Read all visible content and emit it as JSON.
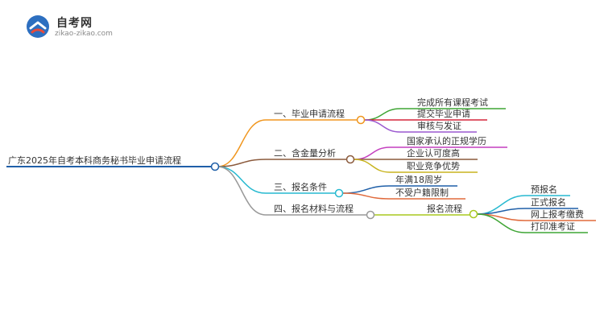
{
  "brand": {
    "title": "自考网",
    "url": "zikao-zikao.com"
  },
  "mindmap": {
    "root": "广东2025年自考本科商务秘书毕业申请流程",
    "branches": [
      {
        "label": "一、毕业申请流程",
        "color": "#f0961e",
        "children": [
          {
            "label": "完成所有课程考试",
            "color": "#3fa535"
          },
          {
            "label": "提交毕业申请",
            "color": "#d6263b"
          },
          {
            "label": "审核与发证",
            "color": "#9b59d0"
          }
        ]
      },
      {
        "label": "二、含金量分析",
        "color": "#8b5a3c",
        "children": [
          {
            "label": "国家承认的正规学历",
            "color": "#c43fbf"
          },
          {
            "label": "企业认可度高",
            "color": "#8b5a3c"
          },
          {
            "label": "职业竞争优势",
            "color": "#c8b41e"
          }
        ]
      },
      {
        "label": "三、报名条件",
        "color": "#27b9d0",
        "children": [
          {
            "label": "年满18周岁",
            "color": "#1f5fa8"
          },
          {
            "label": "不受户籍限制",
            "color": "#e06a3c"
          }
        ]
      },
      {
        "label": "四、报名材料与流程",
        "color": "#999999",
        "children": [
          {
            "label": "报名流程",
            "color": "#a8c81e",
            "children": [
              {
                "label": "预报名",
                "color": "#27b9d0"
              },
              {
                "label": "正式报名",
                "color": "#1f5fa8"
              },
              {
                "label": "网上报考缴费",
                "color": "#e06a3c"
              },
              {
                "label": "打印准考证",
                "color": "#3fa535"
              }
            ]
          }
        ]
      }
    ]
  }
}
